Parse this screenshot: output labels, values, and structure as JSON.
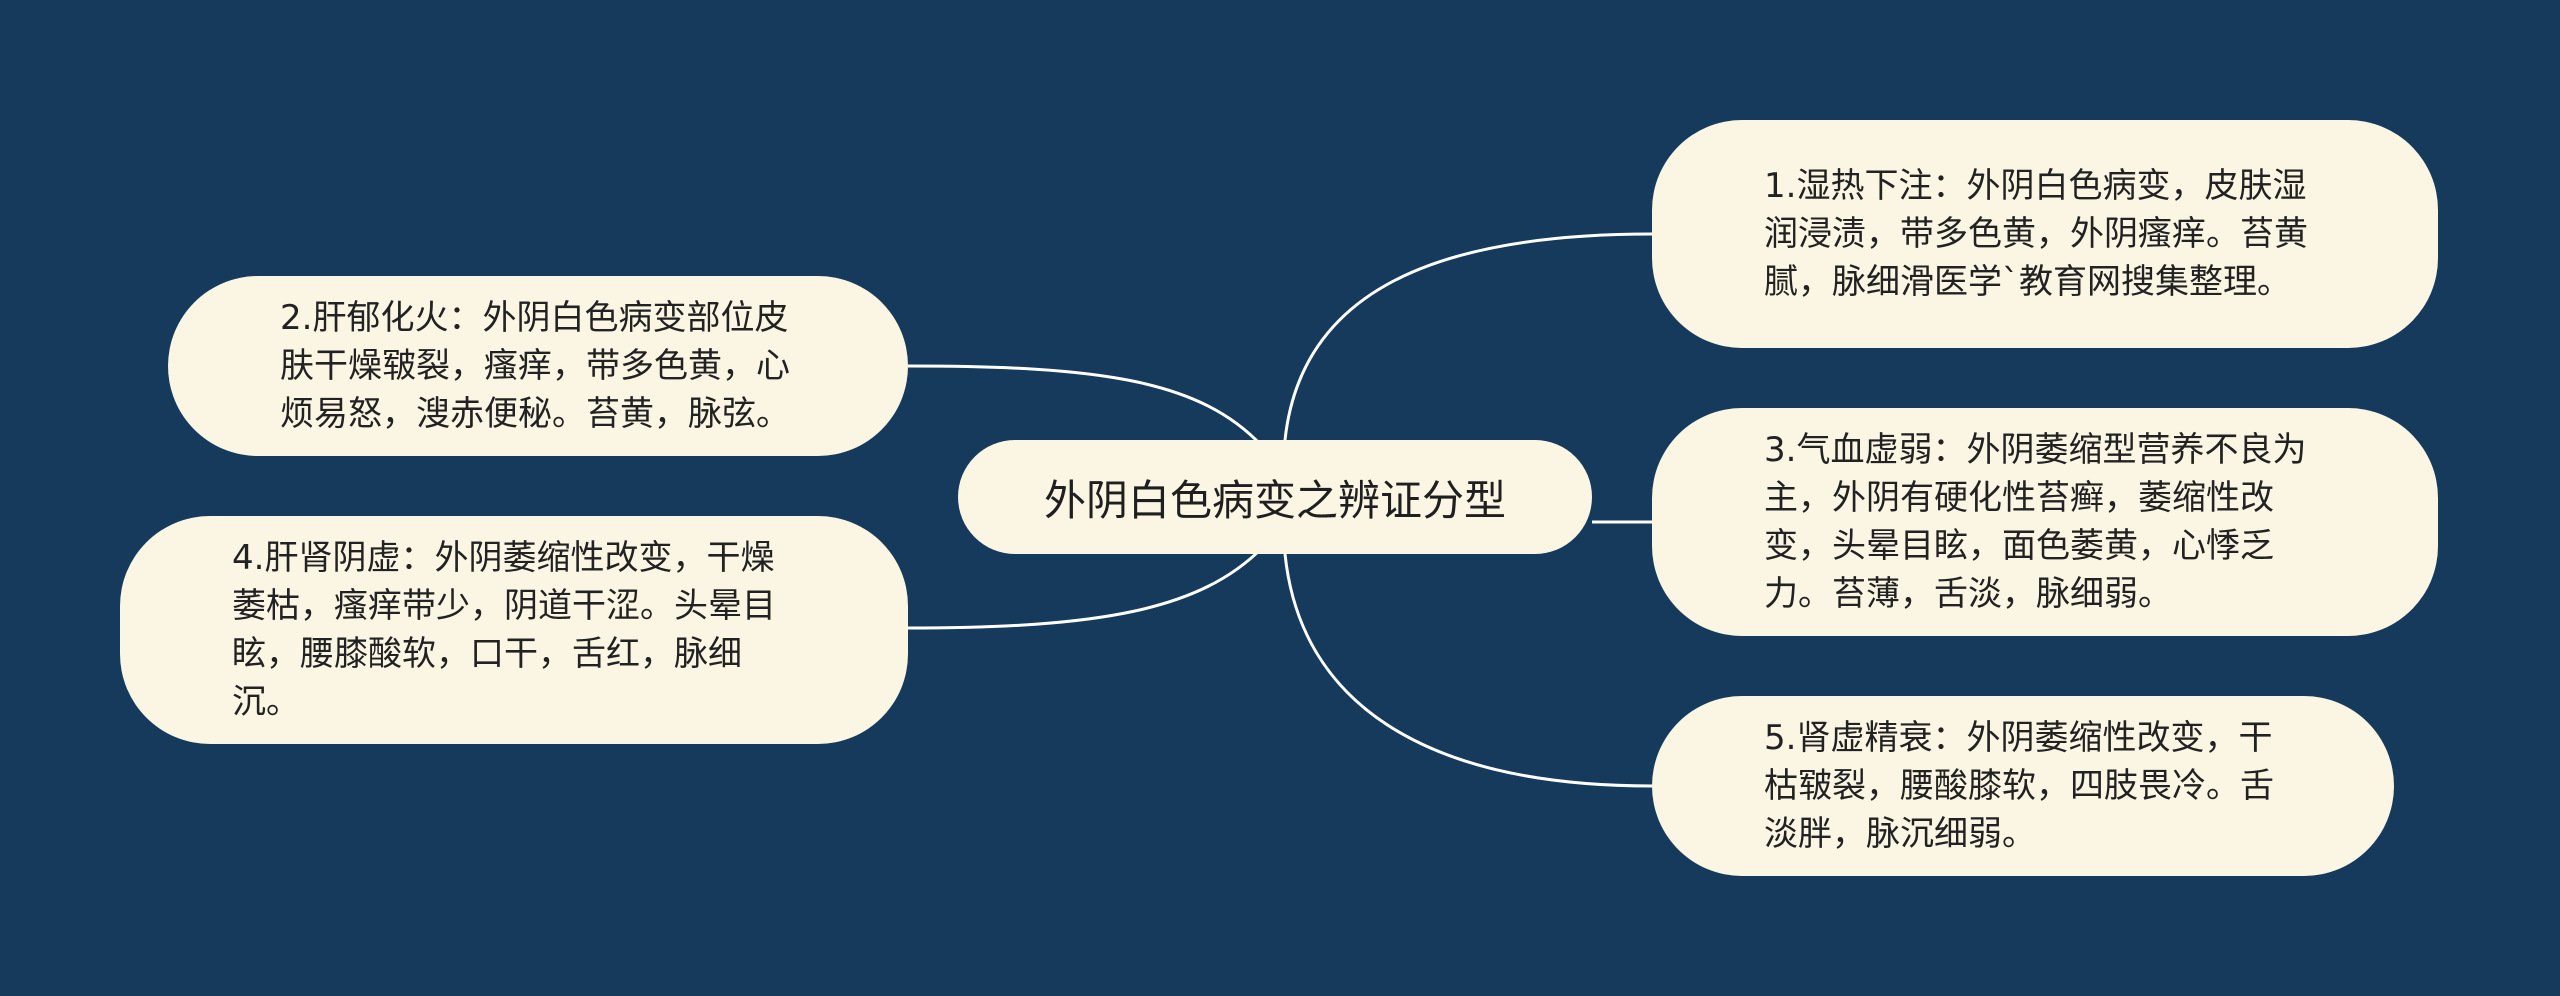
{
  "mindmap": {
    "center": "外阴白色病变之辨证分型",
    "branches": [
      {
        "id": "n1",
        "text": "1.湿热下注：外阴白色病变，皮肤湿润浸渍，带多色黄，外阴瘙痒。苔黄腻，脉细滑医学`教育网搜集整理。"
      },
      {
        "id": "n2",
        "text": "2.肝郁化火：外阴白色病变部位皮肤干燥皲裂，瘙痒，带多色黄，心烦易怒，溲赤便秘。苔黄，脉弦。"
      },
      {
        "id": "n3",
        "text": "3.气血虚弱：外阴萎缩型营养不良为主，外阴有硬化性苔癣，萎缩性改变，头晕目眩，面色萎黄，心悸乏力。苔薄，舌淡，脉细弱。"
      },
      {
        "id": "n4",
        "text": "4.肝肾阴虚：外阴萎缩性改变，干燥萎枯，瘙痒带少，阴道干涩。头晕目眩，腰膝酸软，口干，舌红，脉细沉。"
      },
      {
        "id": "n5",
        "text": "5.肾虚精衰：外阴萎缩性改变，干枯皲裂，腰酸膝软，四肢畏冷。舌淡胖，脉沉细弱。"
      }
    ]
  },
  "colors": {
    "background": "#163a5c",
    "node_fill": "#fbf6e4",
    "connector": "#ffffff"
  }
}
